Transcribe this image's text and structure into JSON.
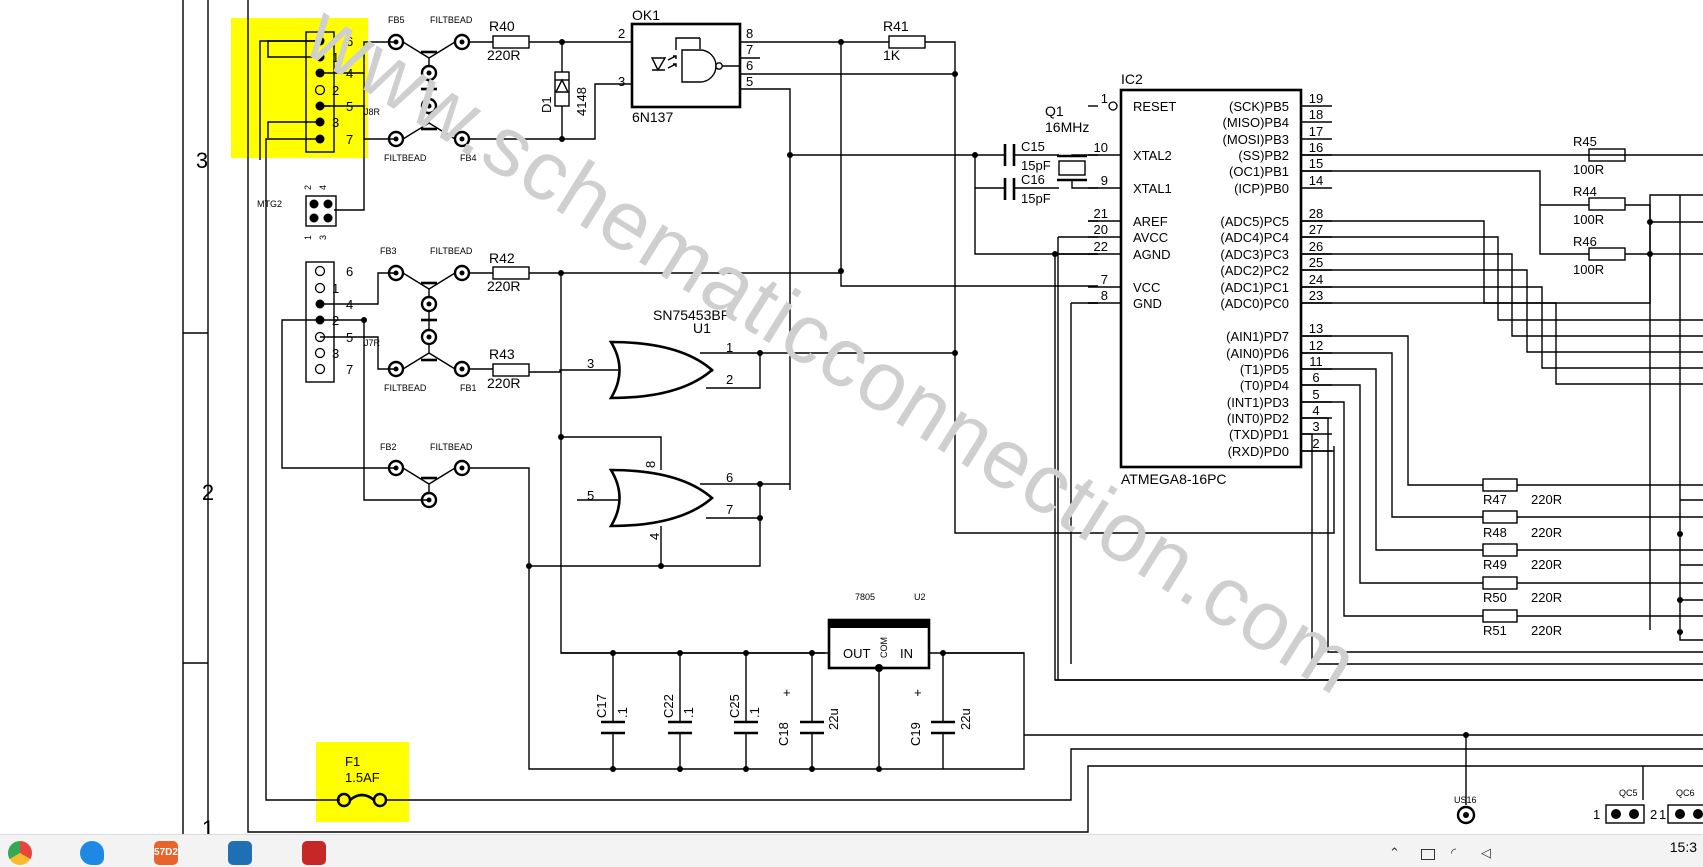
{
  "watermark": "www.schematicconnection.com",
  "border_marks": [
    "3",
    "2",
    "1"
  ],
  "connectors": {
    "top": {
      "pins": [
        "6",
        "1",
        "4",
        "2",
        "5",
        "3",
        "7"
      ],
      "note": "J8R"
    },
    "bottom": {
      "pins": [
        "6",
        "1",
        "4",
        "2",
        "5",
        "3",
        "7"
      ],
      "note": "J7R"
    },
    "mtg2": {
      "label": "MTG2",
      "pins_top": [
        "2",
        "4"
      ],
      "pins_bottom": [
        "1",
        "3"
      ]
    }
  },
  "ferrites": {
    "fb5": "FB5",
    "fb4": "FB4",
    "fb3": "FB3",
    "fb1": "FB1",
    "fb2": "FB2",
    "filtbead": "FILTBEAD"
  },
  "resistors": {
    "r40": {
      "ref": "R40",
      "value": "220R"
    },
    "r41": {
      "ref": "R41",
      "value": "1K"
    },
    "r42": {
      "ref": "R42",
      "value": "220R"
    },
    "r43": {
      "ref": "R43",
      "value": "220R"
    },
    "r45": {
      "ref": "R45",
      "value": "100R"
    },
    "r44": {
      "ref": "R44",
      "value": "100R"
    },
    "r46": {
      "ref": "R46",
      "value": "100R"
    },
    "r47": {
      "ref": "R47",
      "value": "220R"
    },
    "r48": {
      "ref": "R48",
      "value": "220R"
    },
    "r49": {
      "ref": "R49",
      "value": "220R"
    },
    "r50": {
      "ref": "R50",
      "value": "220R"
    },
    "r51": {
      "ref": "R51",
      "value": "220R"
    }
  },
  "diode": {
    "ref": "D1",
    "value": "4148"
  },
  "optocoupler": {
    "ref": "OK1",
    "part": "6N137",
    "pins": [
      "2",
      "3",
      "8",
      "7",
      "6",
      "5"
    ]
  },
  "crystal": {
    "ref": "Q1",
    "value": "16MHz"
  },
  "caps_xtal": {
    "c15": {
      "ref": "C15",
      "value": "15pF"
    },
    "c16": {
      "ref": "C16",
      "value": "15pF"
    }
  },
  "mcu": {
    "ref": "IC2",
    "part": "ATMEGA8-16PC",
    "left_pins": [
      {
        "num": "1",
        "name": "RESET"
      },
      {
        "num": "10",
        "name": "XTAL2"
      },
      {
        "num": "9",
        "name": "XTAL1"
      },
      {
        "num": "21",
        "name": "AREF"
      },
      {
        "num": "20",
        "name": "AVCC"
      },
      {
        "num": "22",
        "name": "AGND"
      },
      {
        "num": "7",
        "name": "VCC"
      },
      {
        "num": "8",
        "name": "GND"
      }
    ],
    "right_pins": [
      {
        "num": "19",
        "name": "(SCK)PB5"
      },
      {
        "num": "18",
        "name": "(MISO)PB4"
      },
      {
        "num": "17",
        "name": "(MOSI)PB3"
      },
      {
        "num": "16",
        "name": "(SS)PB2"
      },
      {
        "num": "15",
        "name": "(OC1)PB1"
      },
      {
        "num": "14",
        "name": "(ICP)PB0"
      },
      {
        "num": "28",
        "name": "(ADC5)PC5"
      },
      {
        "num": "27",
        "name": "(ADC4)PC4"
      },
      {
        "num": "26",
        "name": "(ADC3)PC3"
      },
      {
        "num": "25",
        "name": "(ADC2)PC2"
      },
      {
        "num": "24",
        "name": "(ADC1)PC1"
      },
      {
        "num": "23",
        "name": "(ADC0)PC0"
      },
      {
        "num": "13",
        "name": "(AIN1)PD7"
      },
      {
        "num": "12",
        "name": "(AIN0)PD6"
      },
      {
        "num": "11",
        "name": "(T1)PD5"
      },
      {
        "num": "6",
        "name": "(T0)PD4"
      },
      {
        "num": "5",
        "name": "(INT1)PD3"
      },
      {
        "num": "4",
        "name": "(INT0)PD2"
      },
      {
        "num": "3",
        "name": "(TXD)PD1"
      },
      {
        "num": "2",
        "name": "(RXD)PD0"
      }
    ]
  },
  "gates": {
    "part": "SN75453BP",
    "ref": "U1",
    "g1": {
      "in_a": "3",
      "in_b": "2",
      "out": "1"
    },
    "g2": {
      "in_a": "5",
      "in_b": "7",
      "out": "6",
      "vcc": "8",
      "gnd": "4"
    }
  },
  "regulator": {
    "part": "7805",
    "ref": "U2",
    "out": "OUT",
    "com": "COM",
    "in": "IN"
  },
  "supply_caps": {
    "c17": {
      "ref": "C17",
      "value": ".1"
    },
    "c22": {
      "ref": "C22",
      "value": ".1"
    },
    "c25": {
      "ref": "C25",
      "value": ".1"
    },
    "c18": {
      "ref": "C18",
      "value": "22u"
    },
    "c19": {
      "ref": "C19",
      "value": "22u"
    },
    "plus": "+"
  },
  "fuse": {
    "ref": "F1",
    "value": "1.5AF"
  },
  "bottom_parts": {
    "us16": "US16",
    "qc5": {
      "ref": "QC5",
      "pin_a": "1",
      "pin_b": "2"
    },
    "qc6": {
      "ref": "QC6",
      "pin_a": "1"
    }
  },
  "highlight_color": "#ffff00",
  "taskbar": {
    "apps": [
      {
        "name": "chrome-icon",
        "color": "#e8453c"
      },
      {
        "name": "bird-icon",
        "color": "#1e88e5"
      },
      {
        "name": "zip-icon",
        "color": "#e8642c"
      },
      {
        "name": "arrow-app-icon",
        "color": "#1f6fb5"
      },
      {
        "name": "pdf-icon",
        "color": "#c62828"
      }
    ],
    "zip_label": "57D2",
    "clock": "15:3"
  }
}
